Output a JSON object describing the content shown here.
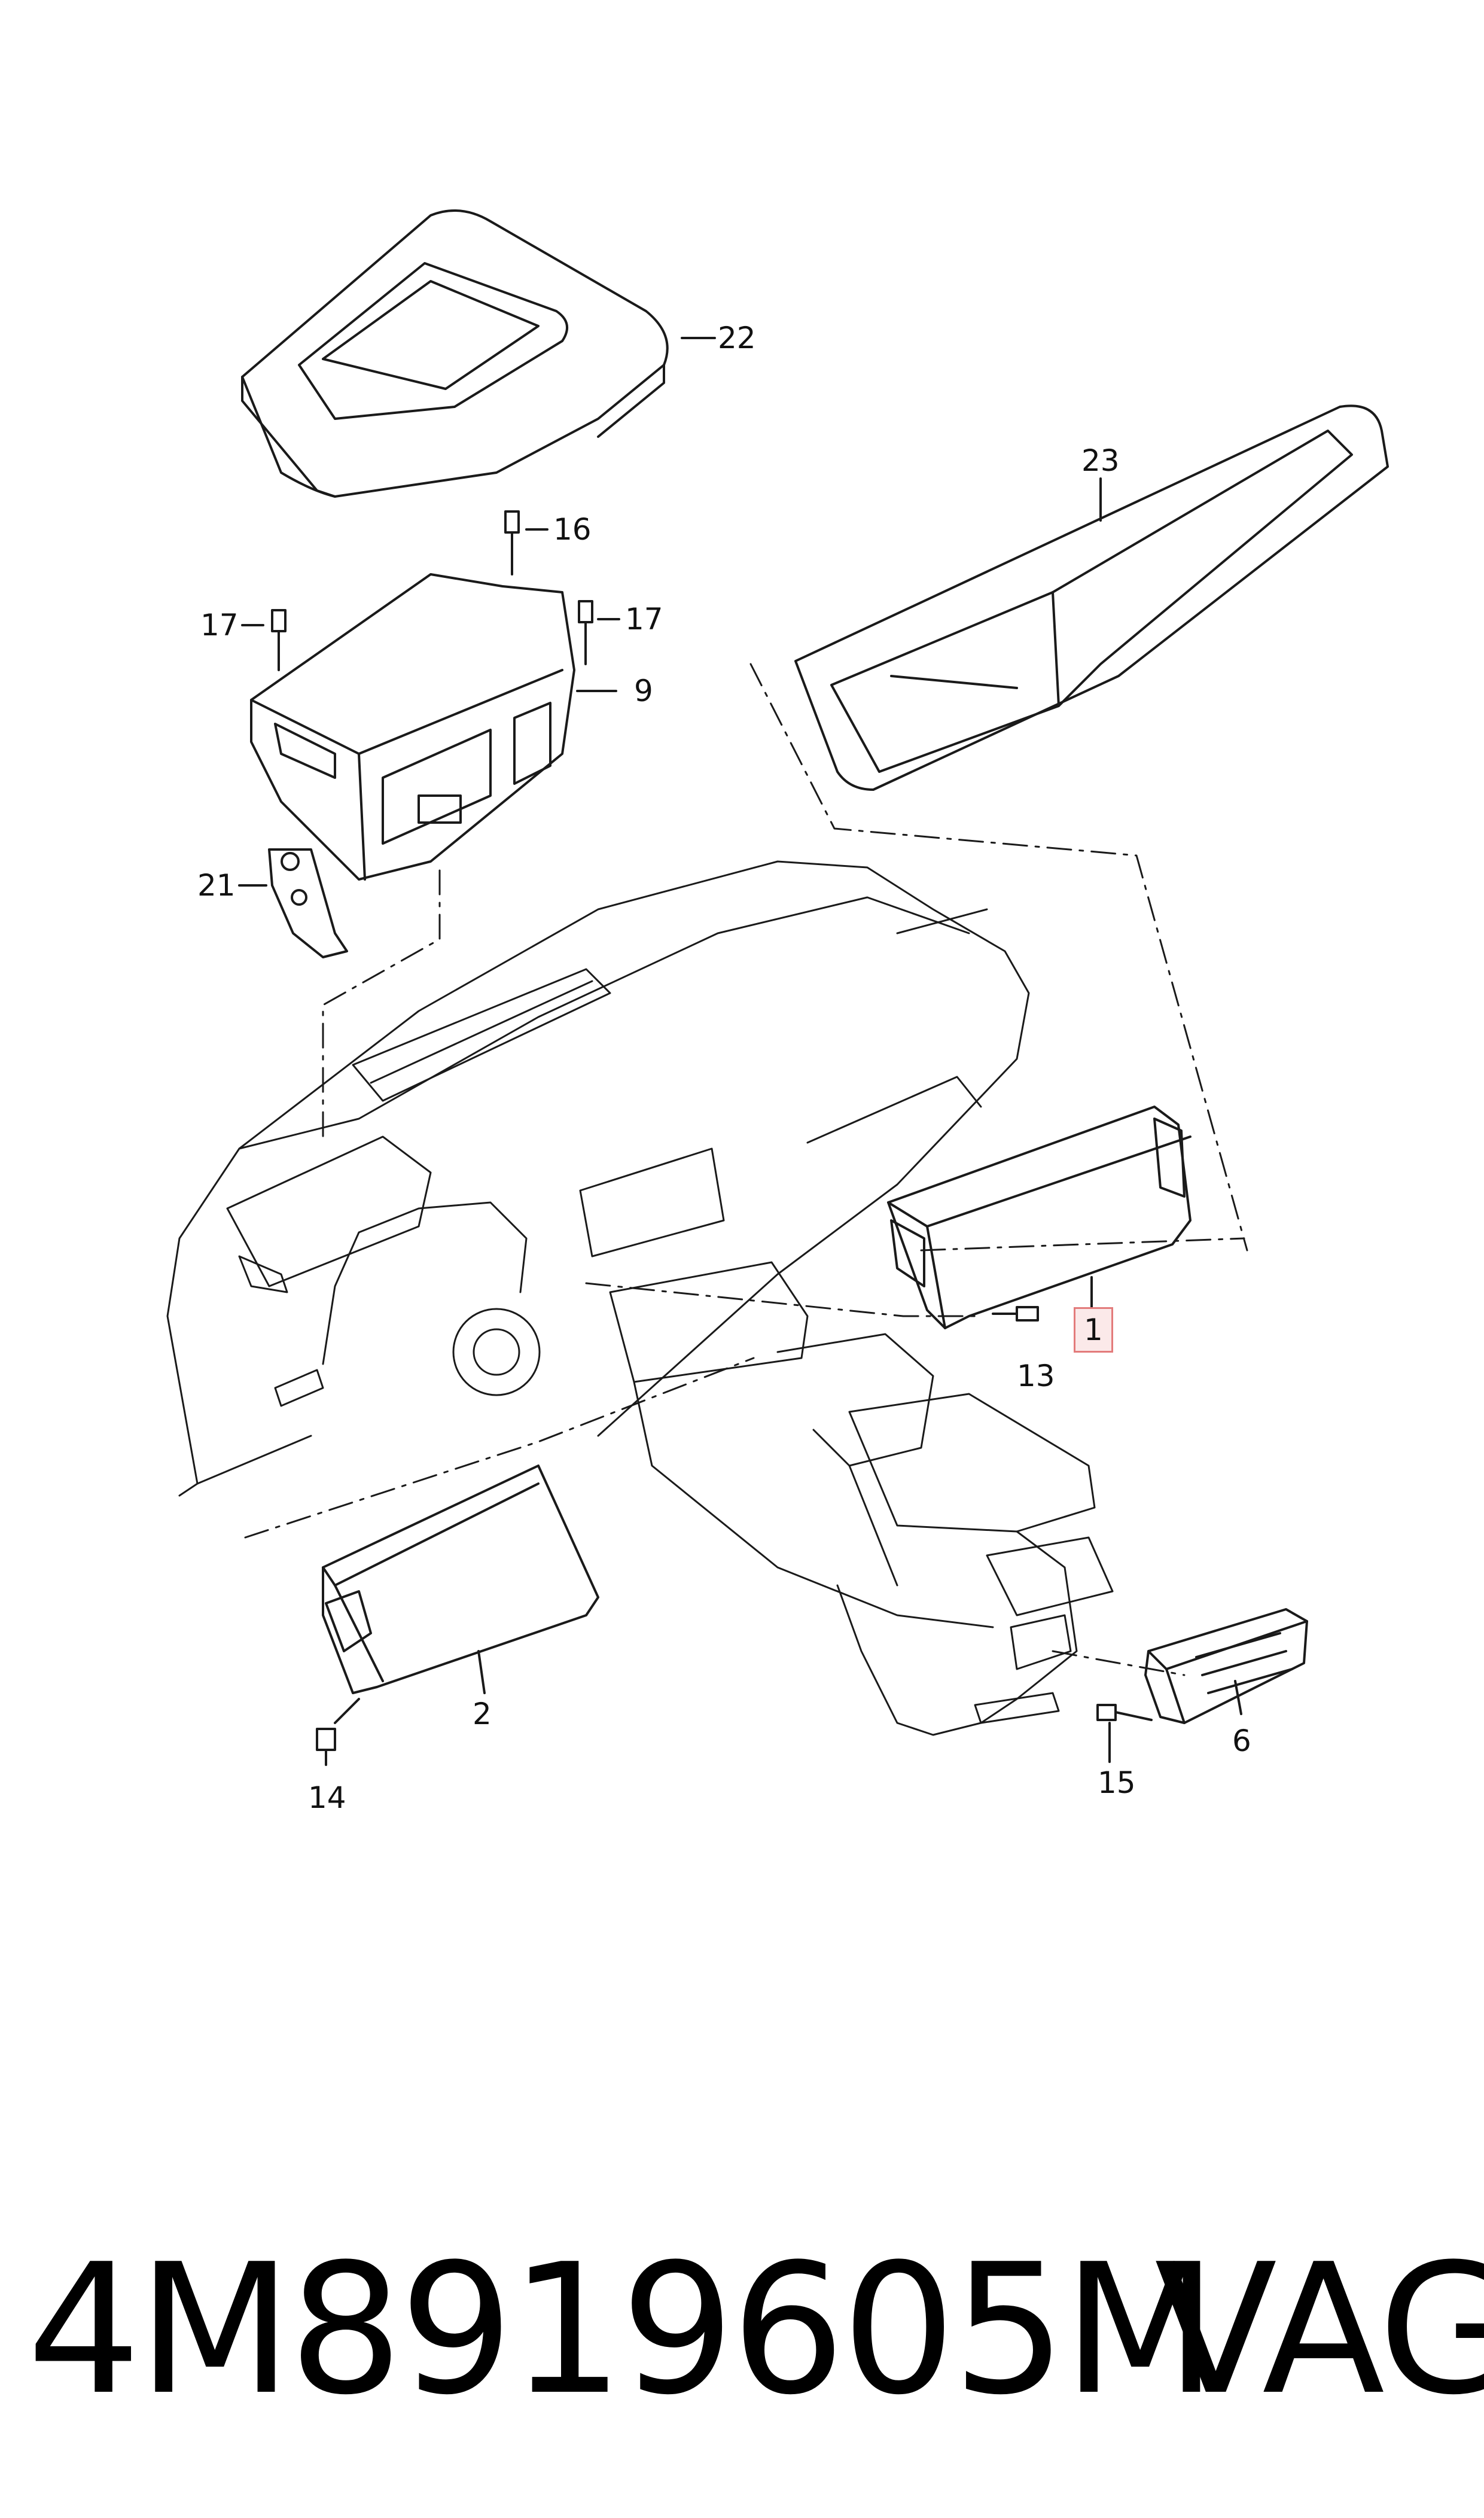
{
  "callouts": {
    "c22": "22",
    "c23": "23",
    "c16": "16",
    "c17a": "17",
    "c17b": "17",
    "c9": "9",
    "c21": "21",
    "c1": "1",
    "c13": "13",
    "c2": "2",
    "c14": "14",
    "c15": "15",
    "c6": "6"
  },
  "footer": {
    "part_number": "4M8919605M",
    "brand": "VAG"
  },
  "colors": {
    "line": "#1a1a1a",
    "highlight_border": "#e37b7b",
    "highlight_fill": "#fbe9e9"
  }
}
